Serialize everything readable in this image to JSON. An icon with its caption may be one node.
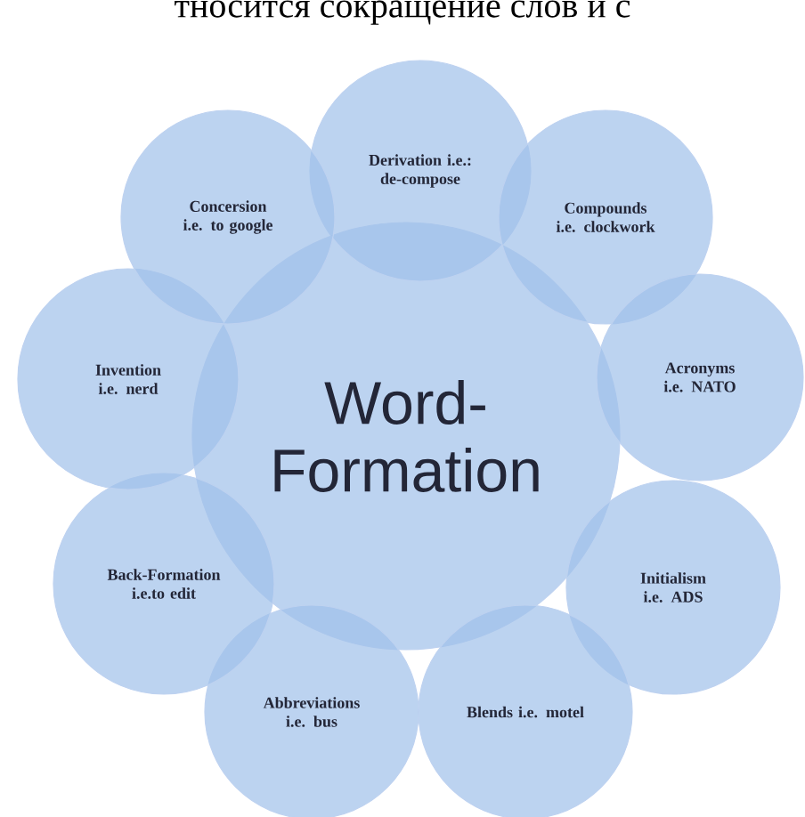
{
  "diagram": {
    "nodes": [
      {
        "text": [
          "Word- Formation"
        ]
      },
      {
        "text": [
          "Derivation i.e.: de-compose"
        ]
      },
      {
        "text": [
          "Compounds i.e. clockwork"
        ]
      },
      {
        "text": [
          "Acronyms i.e. NATO"
        ]
      },
      {
        "text": [
          "Initialism i.e. ADS"
        ]
      },
      {
        "text": [
          "Blends i.e. motel"
        ]
      },
      {
        "text": [
          "Abbreviations i.e. bus"
        ]
      },
      {
        "text": [
          "Back-Formation i.e.to edit"
        ]
      },
      {
        "text": [
          "Invention i.e. nerd"
        ]
      },
      {
        "text": [
          "Concersion i.e. to google"
        ]
      }
    ],
    "labels": [
      "тносится сокращение слов и с"
    ]
  }
}
